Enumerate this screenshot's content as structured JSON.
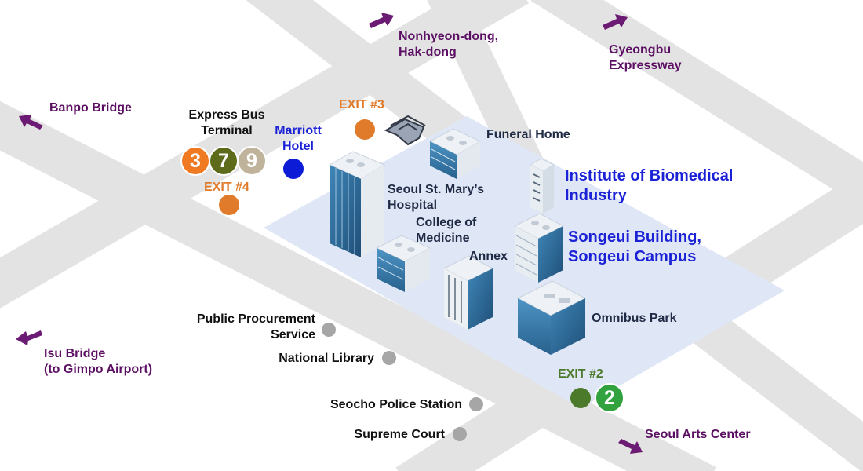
{
  "colors": {
    "road": "#e3e3e3",
    "campus": "#dfe6f6",
    "direction_text": "#5b0f62",
    "direction_arrow": "#6b1b73",
    "exit_orange": "#e07b2b",
    "exit_green": "#4a7a2a",
    "line2_green": "#31a23e",
    "line3_orange": "#f07a22",
    "line7_olive": "#5e6b1a",
    "line9_gold": "#bfb39b",
    "marriott_blue": "#0b1bd6",
    "landmark_gray": "#a6a6a6",
    "building_blue": "#2d6c9c",
    "building_light": "#e8edf2"
  },
  "directions": {
    "nonhyeon": "Nonhyeon-dong,\nHak-dong",
    "gyeongbu": "Gyeongbu\nExpressway",
    "banpo": "Banpo Bridge",
    "isu": "Isu Bridge\n(to Gimpo Airport)",
    "arts": "Seoul Arts Center"
  },
  "stations": {
    "express_bus": "Express Bus\nTerminal",
    "lines": [
      {
        "number": "3",
        "color": "#f07a22"
      },
      {
        "number": "7",
        "color": "#5e6b1a"
      },
      {
        "number": "9",
        "color": "#bfb39b"
      }
    ],
    "line2": {
      "number": "2",
      "color": "#31a23e"
    }
  },
  "exits": {
    "exit3": "EXIT #3",
    "exit4": "EXIT #4",
    "exit2": "EXIT #2"
  },
  "landmarks": {
    "marriott": "Marriott\nHotel",
    "public_procurement": "Public Procurement\nService",
    "national_library": "National Library",
    "seocho_police": "Seocho Police Station",
    "supreme_court": "Supreme Court"
  },
  "buildings": {
    "funeral_home": "Funeral Home",
    "hospital": "Seoul St. Mary’s\nHospital",
    "college": "College of\nMedicine",
    "annex": "Annex",
    "institute": "Institute of Biomedical\nIndustry",
    "songeui": "Songeui Building,\nSongeui Campus",
    "omnibus": "Omnibus Park"
  }
}
